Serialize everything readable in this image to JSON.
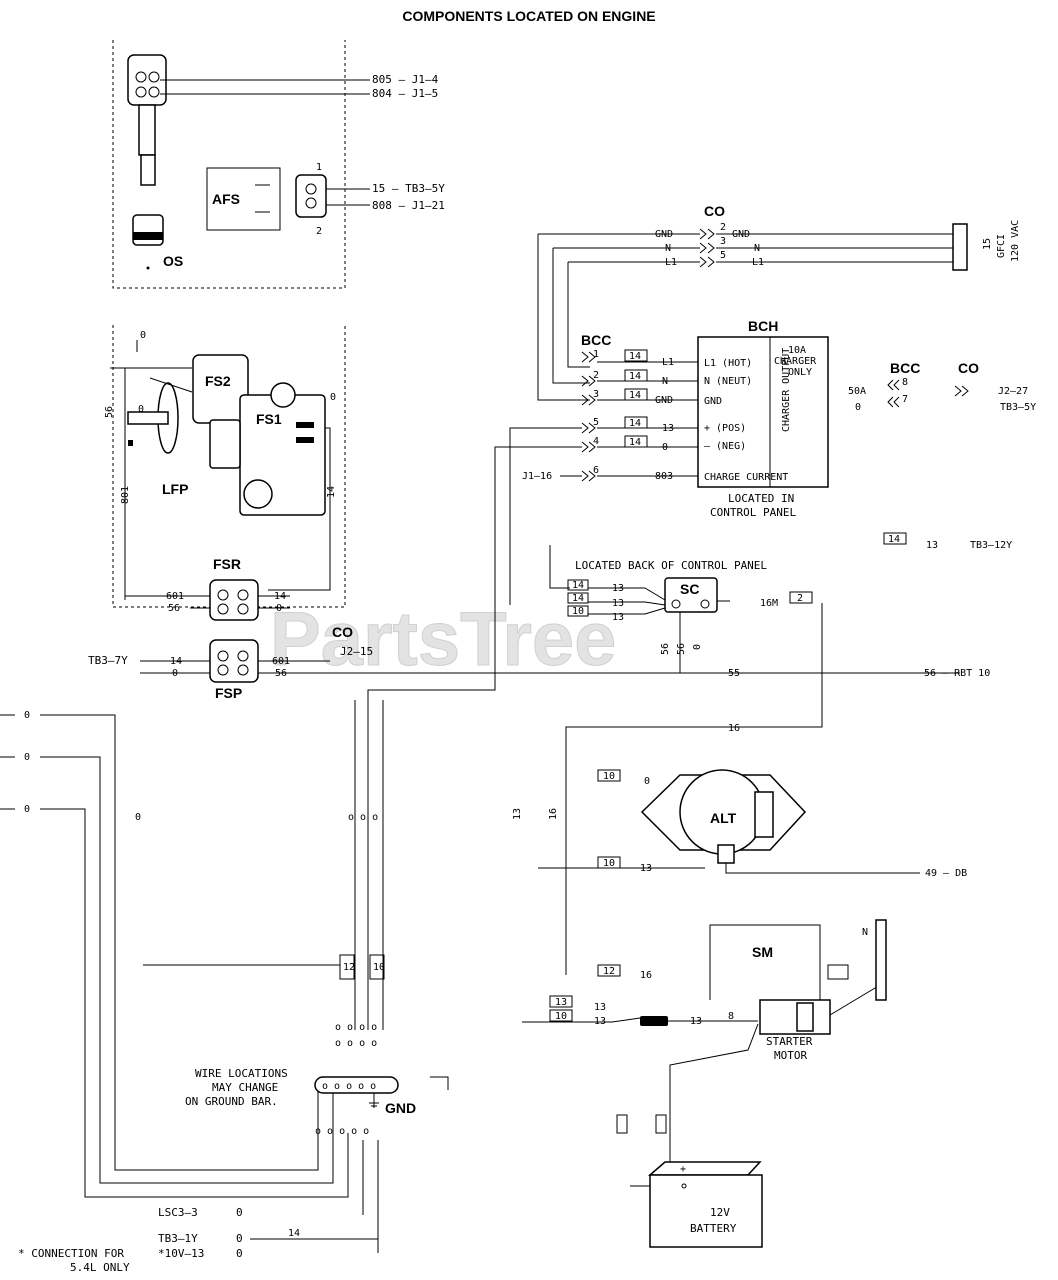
{
  "title": "COMPONENTS LOCATED ON ENGINE",
  "watermark": "PartsTree",
  "components": {
    "os": "OS",
    "afs": "AFS",
    "fs2": "FS2",
    "fs1": "FS1",
    "lfp": "LFP",
    "fsr": "FSR",
    "fsp": "FSP",
    "co": "CO",
    "bcc": "BCC",
    "bch": "BCH",
    "sc": "SC",
    "alt": "ALT",
    "sm": "SM",
    "gnd": "GND"
  },
  "wires": {
    "os_1": "805 — J1–4",
    "os_2": "804 — J1–5",
    "afs_1": "15 — TB3–5Y",
    "afs_2": "808 — J1–21",
    "afs_pin1": "1",
    "afs_pin2": "2",
    "co_top": "CO",
    "co_gnd_l": "GND",
    "co_n_l": "N",
    "co_l1_l": "L1",
    "co_gnd_r": "GND",
    "co_n_r": "N",
    "co_l1_r": "L1",
    "co_pin2": "2",
    "co_pin3": "3",
    "co_pin5": "5",
    "supply": "120 VAC",
    "supply2": "GFCI",
    "supply3": "15",
    "bch_l1": "L1 (HOT)",
    "bch_n": "N (NEUT)",
    "bch_gnd": "GND",
    "bch_pos": "+ (POS)",
    "bch_neg": "– (NEG)",
    "bch_cc": "CHARGE CURRENT",
    "bch_located": "LOCATED IN",
    "bch_panel": "CONTROL PANEL",
    "bch_side1": "10A",
    "bch_side2": "CHARGER",
    "bch_side3": "ONLY",
    "bch_vert": "CHARGER OUTPUT",
    "bcc_pins": [
      "1",
      "2",
      "3",
      "5",
      "4",
      "6"
    ],
    "bcc_w14a": "14",
    "bcc_w14b": "14",
    "bcc_w14c": "14",
    "bcc_w14d": "14",
    "bcc_w14e": "14",
    "bcc_l1": "L1",
    "bcc_n": "N",
    "bcc_gnd": "GND",
    "bcc_13": "13",
    "bcc_0": "0",
    "bcc_803": "803",
    "j1_16": "J1–16",
    "right_bcc": "BCC",
    "right_co": "CO",
    "right_8": "8",
    "right_7": "7",
    "right_j2_27": "J2–27",
    "right_tb3_5y": "TB3–5Y",
    "right_50a": "50A",
    "right_0": "0",
    "tb3_12y": "TB3–12Y",
    "w14_box": "14",
    "w13": "13",
    "sc_note": "LOCATED BACK OF CONTROL PANEL",
    "sc_13a": "13",
    "sc_13b": "13",
    "sc_13c": "13",
    "sc_box14": "14",
    "sc_box14b": "14",
    "sc_box10": "10",
    "sc_56a": "56",
    "sc_56b": "56",
    "sc_0": "0",
    "sc_16m": "16M",
    "sc_box2": "2",
    "fs_56": "56",
    "fs_0": "0",
    "fs_0b": "0",
    "fs_14": "14",
    "fs_0c": "0",
    "fs_801": "801",
    "fsr_601": "601",
    "fsr_56": "56",
    "fsr_14": "14",
    "fsr_0": "0",
    "fsp_tb3": "TB3–7Y",
    "fsp_14": "14",
    "fsp_0": "0",
    "fsp_601": "601",
    "fsp_56": "56",
    "fsp_co": "CO",
    "fsp_j2": "J2–15",
    "w55": "55",
    "w56_rbt": "56 — RBT 10",
    "left_0a": "0",
    "left_0b": "0",
    "left_0c": "0",
    "left_0d": "0",
    "w16": "16",
    "w16b": "16",
    "w13_vert": "13",
    "alt_box10": "10",
    "alt_0": "0",
    "alt_box10b": "10",
    "alt_13": "13",
    "alt_49": "49 — DB",
    "sm_box12": "12",
    "sm_16": "16",
    "sm_box13": "13",
    "sm_box10": "10",
    "sm_13a": "13",
    "sm_13b": "13",
    "sm_13c": "13",
    "sm_8": "8",
    "starter": "STARTER",
    "motor": "MOTOR",
    "battery": "12V",
    "battery2": "BATTERY",
    "gnd_note1": "WIRE LOCATIONS",
    "gnd_note2": "MAY CHANGE",
    "gnd_note3": "ON GROUND BAR.",
    "ls_1": "LSC3–3",
    "ls_0a": "0",
    "ls_2": "TB3–1Y",
    "ls_0b": "0",
    "ls_box14": "14",
    "conn_note1": "* CONNECTION FOR",
    "conn_note2": "5.4L ONLY",
    "conn_3": "*10V–13",
    "conn_0": "0",
    "mid_box": "12",
    "mid_box2": "10"
  }
}
